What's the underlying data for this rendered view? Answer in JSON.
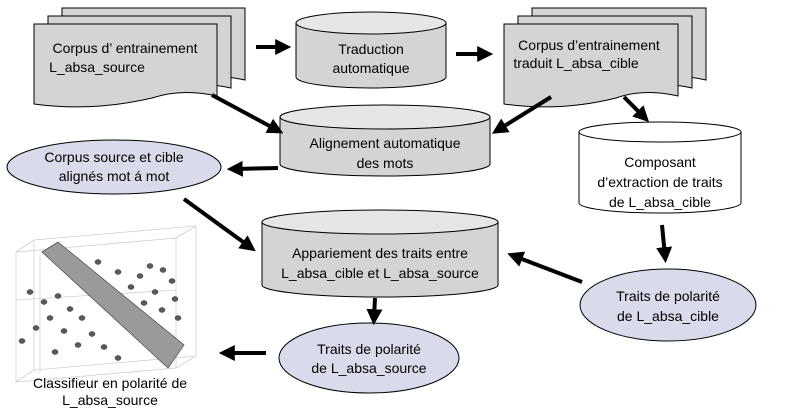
{
  "nodes": {
    "corpus_source": [
      "Corpus d’ entrainement",
      "L_absa_source"
    ],
    "traduction": [
      "Traduction",
      "automatique"
    ],
    "corpus_traduit": [
      "Corpus d’entrainement",
      "traduit  L_absa_cible"
    ],
    "alignement": [
      "Alignement automatique",
      "des mots"
    ],
    "corpus_aligne": [
      "Corpus source et cible",
      "alignés mot á mot"
    ],
    "composant": [
      "Composant",
      "d’extraction de traits",
      "de L_absa_cible"
    ],
    "appariement": [
      "Appariement des traits entre",
      "L_absa_cible et L_absa_source"
    ],
    "traits_cible": [
      "Traits de polarité",
      "de L_absa_cible"
    ],
    "traits_source": [
      "Traits de polarité",
      "de L_absa_source"
    ],
    "classifieur": [
      "Classifieur en polarité de",
      "L_absa_source"
    ]
  },
  "colors": {
    "box_fill": "#d4d4d4",
    "ellipse_fill": "#d9dbea",
    "stroke": "#000000"
  }
}
